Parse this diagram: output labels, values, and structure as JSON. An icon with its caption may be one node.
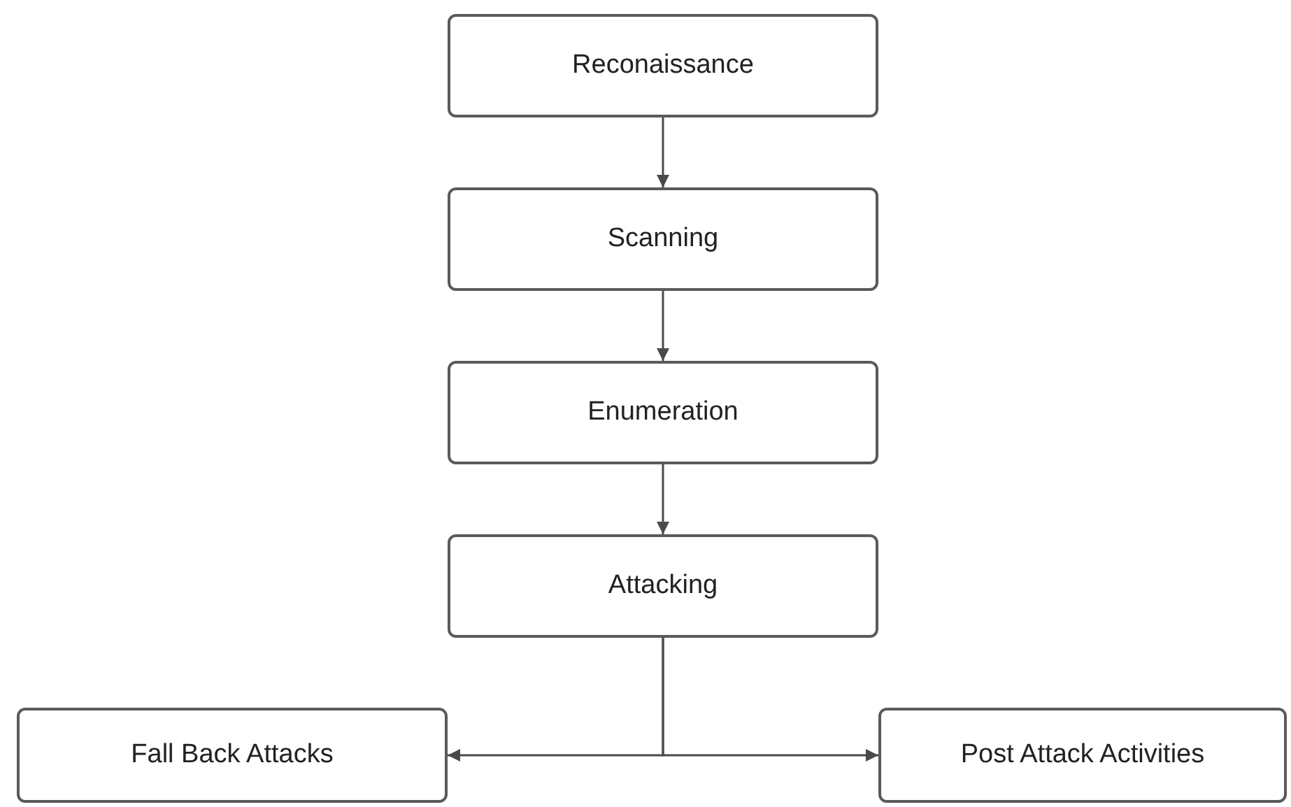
{
  "diagram": {
    "nodes": [
      {
        "text": [
          "Reconaissance"
        ]
      },
      {
        "text": [
          "Scanning"
        ]
      },
      {
        "text": [
          "Enumeration"
        ]
      },
      {
        "text": [
          "Attacking"
        ]
      },
      {
        "text": [
          "Fall Back Attacks"
        ]
      },
      {
        "text": [
          "Post Attack Activities"
        ]
      }
    ],
    "edges": [
      {
        "from": 0,
        "to": 1,
        "arrow": "to"
      },
      {
        "from": 1,
        "to": 2,
        "arrow": "to"
      },
      {
        "from": 2,
        "to": 3,
        "arrow": "to"
      },
      {
        "from": 3,
        "to": 4,
        "arrow": "to"
      },
      {
        "from": 3,
        "to": 5,
        "arrow": "to"
      }
    ]
  }
}
